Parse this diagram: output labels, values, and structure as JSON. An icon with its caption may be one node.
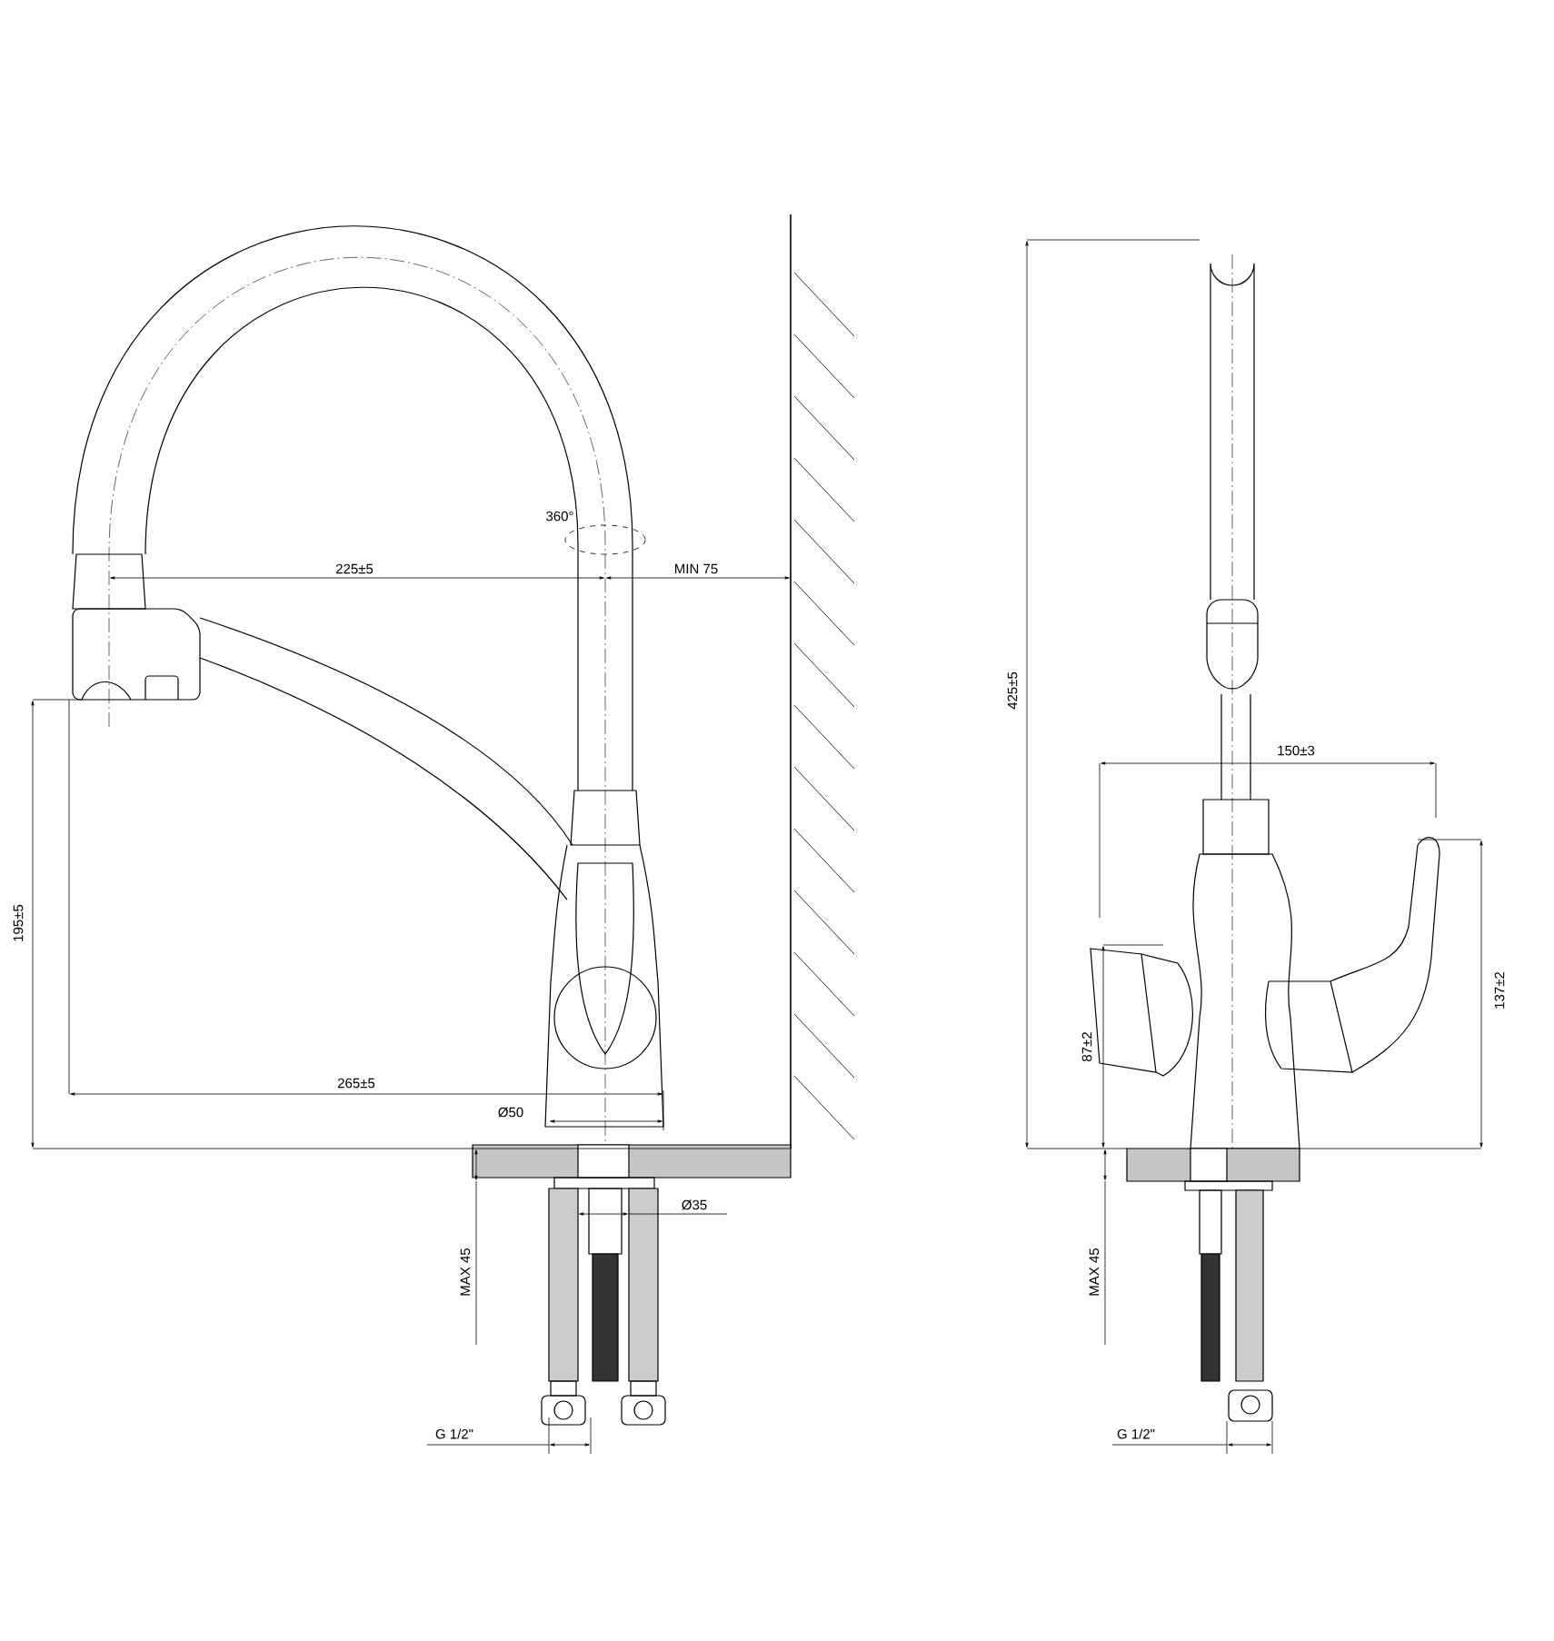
{
  "diagram": {
    "labels": [
      "360°",
      "225±5",
      "MIN 75",
      "425±5",
      "150±3",
      "195±5",
      "137±2",
      "87±2",
      "265±5",
      "Ø50",
      "Ø35",
      "MAX 45",
      "MAX 45",
      "G 1/2\"",
      "G 1/2\""
    ]
  }
}
